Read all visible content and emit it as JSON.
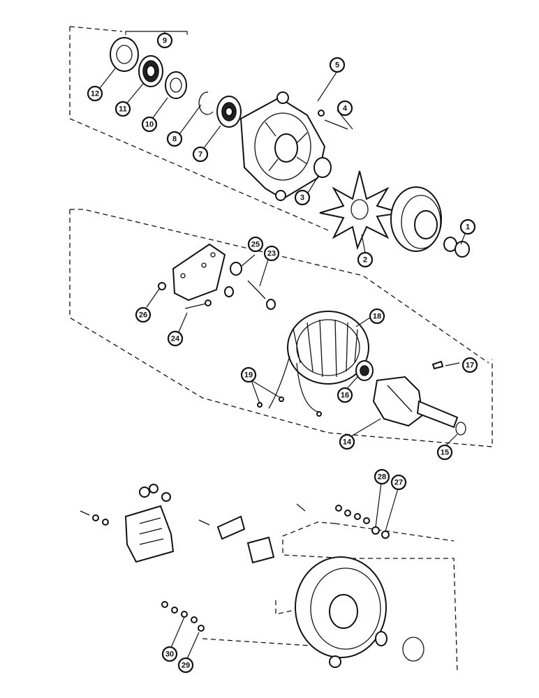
{
  "diagram": {
    "callouts": [
      {
        "id": "1",
        "label": "1"
      },
      {
        "id": "2",
        "label": "2"
      },
      {
        "id": "3",
        "label": "3"
      },
      {
        "id": "4",
        "label": "4"
      },
      {
        "id": "5",
        "label": "5"
      },
      {
        "id": "7",
        "label": "7"
      },
      {
        "id": "8",
        "label": "8"
      },
      {
        "id": "9",
        "label": "9"
      },
      {
        "id": "10",
        "label": "10"
      },
      {
        "id": "11",
        "label": "11"
      },
      {
        "id": "12",
        "label": "12"
      },
      {
        "id": "14",
        "label": "14"
      },
      {
        "id": "15",
        "label": "15"
      },
      {
        "id": "16",
        "label": "16"
      },
      {
        "id": "17",
        "label": "17"
      },
      {
        "id": "18",
        "label": "18"
      },
      {
        "id": "19",
        "label": "19"
      },
      {
        "id": "23",
        "label": "23"
      },
      {
        "id": "24",
        "label": "24"
      },
      {
        "id": "25",
        "label": "25"
      },
      {
        "id": "26",
        "label": "26"
      },
      {
        "id": "27",
        "label": "27"
      },
      {
        "id": "28",
        "label": "28"
      },
      {
        "id": "29",
        "label": "29"
      },
      {
        "id": "30",
        "label": "30"
      }
    ]
  }
}
